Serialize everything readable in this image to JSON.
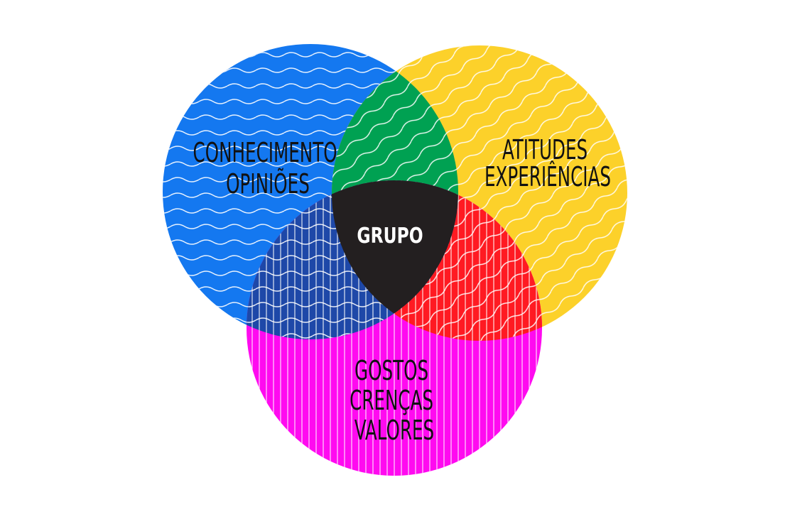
{
  "diagram": {
    "type": "venn",
    "center_label": "GRUPO",
    "sets": [
      {
        "id": "blue",
        "lines": [
          "CONHECIMENTO",
          "OPINIÕES"
        ],
        "color": "#1478f0",
        "pattern": "horizontal-waves"
      },
      {
        "id": "yellow",
        "lines": [
          "ATITUDES",
          "EXPERIÊNCIAS"
        ],
        "color": "#fcd12a",
        "pattern": "diagonal-waves"
      },
      {
        "id": "magenta",
        "lines": [
          "GOSTOS",
          "CRENÇAS",
          "VALORES"
        ],
        "color": "#ff0af0",
        "pattern": "vertical-stripes"
      }
    ],
    "overlaps": {
      "blue_yellow": "#00a152",
      "yellow_magenta": "#ff1a22",
      "blue_magenta": "#1e48a8",
      "all": "#231f20"
    }
  }
}
